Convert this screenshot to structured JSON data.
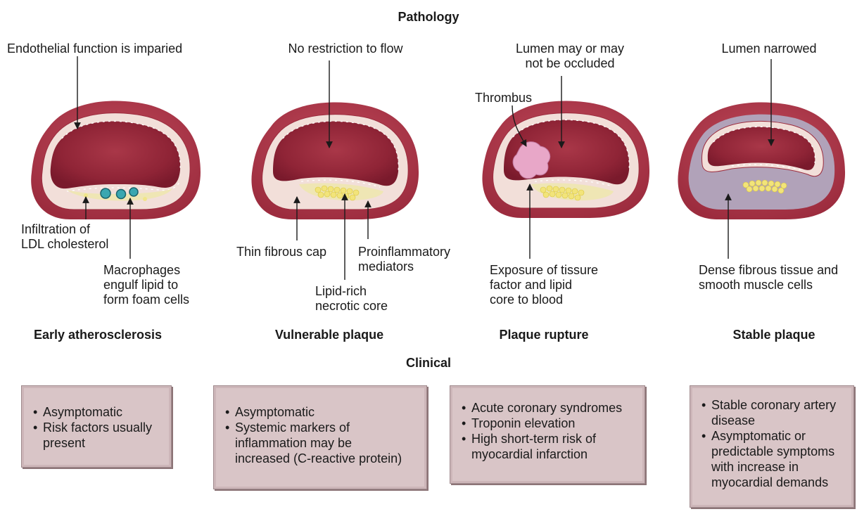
{
  "headings": {
    "pathology": "Pathology",
    "clinical": "Clinical"
  },
  "panel1": {
    "top": "Endothelial function is imparied",
    "infiltration": "Infiltration of\nLDL cholesterol",
    "macrophages": "Macrophages\nengulf lipid to\nform foam cells",
    "stage": "Early atherosclerosis",
    "clinical": [
      "Asymptomatic",
      "Risk factors usually\npresent"
    ]
  },
  "panel2": {
    "top": "No restriction to flow",
    "cap": "Thin fibrous cap",
    "mediators": "Proinflammatory\nmediators",
    "core": "Lipid-rich\nnecrotic core",
    "stage": "Vulnerable plaque",
    "clinical": [
      "Asymptomatic",
      "Systemic markers of\ninflammation may be\nincreased (C-reactive protein)"
    ]
  },
  "panel3": {
    "top": "Lumen may or may\nnot be occluded",
    "thrombus": "Thrombus",
    "exposure": "Exposure of tissure\nfactor and lipid\ncore to blood",
    "stage": "Plaque rupture",
    "clinical": [
      "Acute coronary syndromes",
      "Troponin elevation",
      "High short-term risk of\nmyocardial infarction"
    ]
  },
  "panel4": {
    "top": "Lumen narrowed",
    "dense": "Dense fibrous tissue and\nsmooth muscle cells",
    "stage": "Stable plaque",
    "clinical": [
      "Stable coronary artery\ndisease",
      "Asymptomatic or\npredictable symptoms\nwith increase in\nmyocardial demands"
    ]
  }
}
